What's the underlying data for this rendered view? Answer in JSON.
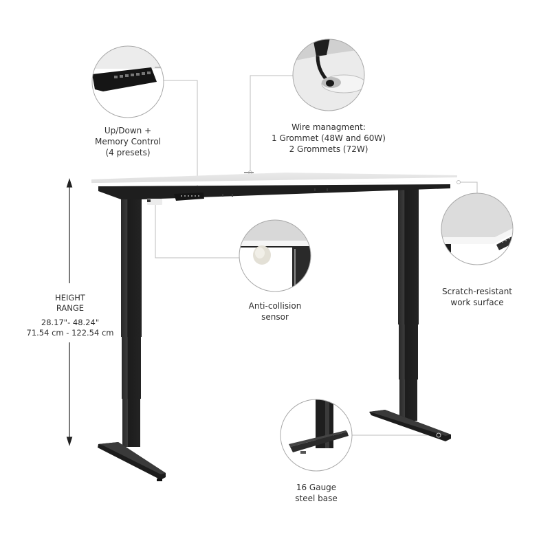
{
  "image": {
    "subject": "Electric height adjustable standing desk",
    "colors": {
      "background": "#ffffff",
      "desktop_top": "#e4e4e4",
      "desktop_edge": "#ffffff",
      "frame": "#1e1e1e",
      "frame_highlight": "#3a3a3a",
      "callout_line": "#bdbdbd",
      "callout_circle": "#a8a8a8",
      "text": "#2e2e2e"
    }
  },
  "height_range": {
    "title_line1": "HEIGHT",
    "title_line2": "RANGE",
    "imperial": "28.17\"- 48.24\"",
    "metric": "71.54 cm - 122.54 cm",
    "arrow_icon": "double-arrow-vertical"
  },
  "callouts": [
    {
      "id": "memory-control",
      "icon": "keypad-control-icon",
      "lines": [
        "Up/Down +",
        "Memory Control",
        "(4 presets)"
      ]
    },
    {
      "id": "wire-management",
      "icon": "grommet-icon",
      "lines": [
        "Wire managment:",
        "1 Grommet (48W and 60W)",
        "2 Grommets (72W)"
      ]
    },
    {
      "id": "anti-collision",
      "icon": "collision-sensor-icon",
      "lines": [
        "Anti-collision",
        "sensor"
      ]
    },
    {
      "id": "work-surface",
      "icon": "desk-corner-icon",
      "lines": [
        "Scratch-resistant",
        "work surface"
      ]
    },
    {
      "id": "steel-base",
      "icon": "steel-foot-icon",
      "lines": [
        "16 Gauge",
        "steel base"
      ]
    }
  ]
}
